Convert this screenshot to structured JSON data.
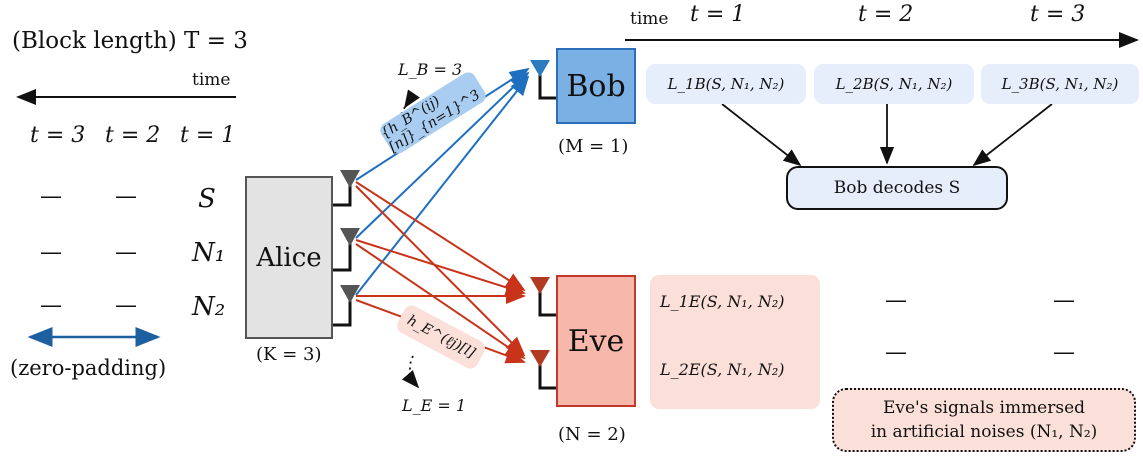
{
  "block_length_label": "(Block length) T = 3",
  "left_time": {
    "label": "time",
    "slots": [
      "t = 3",
      "t = 2",
      "t = 1"
    ],
    "rows": [
      {
        "cells": [
          "—",
          "—"
        ],
        "symbol": "S"
      },
      {
        "cells": [
          "—",
          "—"
        ],
        "symbol": "N₁"
      },
      {
        "cells": [
          "—",
          "—"
        ],
        "symbol": "N₂"
      }
    ],
    "padding_label": "(zero-padding)"
  },
  "alice": {
    "label": "Alice",
    "param": "(K = 3)",
    "color": "#e3e3e3"
  },
  "bob": {
    "label": "Bob",
    "param": "(M = 1)",
    "color": "#7ab0e4"
  },
  "eve": {
    "label": "Eve",
    "param": "(N = 2)",
    "color": "#f7b7ab"
  },
  "channel_bob": {
    "label": "{h_B^(ij)[n]}_{n=1}^3",
    "length": "L_B = 3",
    "color": "#1f6fc1"
  },
  "channel_eve": {
    "label": "h_E^(ℓj)[l]",
    "length": "L_E = 1",
    "color": "#c8331a"
  },
  "right_time": {
    "label": "time",
    "slots": [
      "t = 1",
      "t = 2",
      "t = 3"
    ]
  },
  "bob_signals": [
    "L_1B(S, N₁, N₂)",
    "L_2B(S, N₁, N₂)",
    "L_3B(S, N₁, N₂)"
  ],
  "bob_decode": "Bob decodes S",
  "eve_signals": [
    "L_1E(S, N₁, N₂)",
    "L_2E(S, N₁, N₂)"
  ],
  "eve_dashes": [
    "—",
    "—",
    "—",
    "—"
  ],
  "eve_note": [
    "Eve's signals immersed",
    "in artificial noises (N₁, N₂)"
  ]
}
